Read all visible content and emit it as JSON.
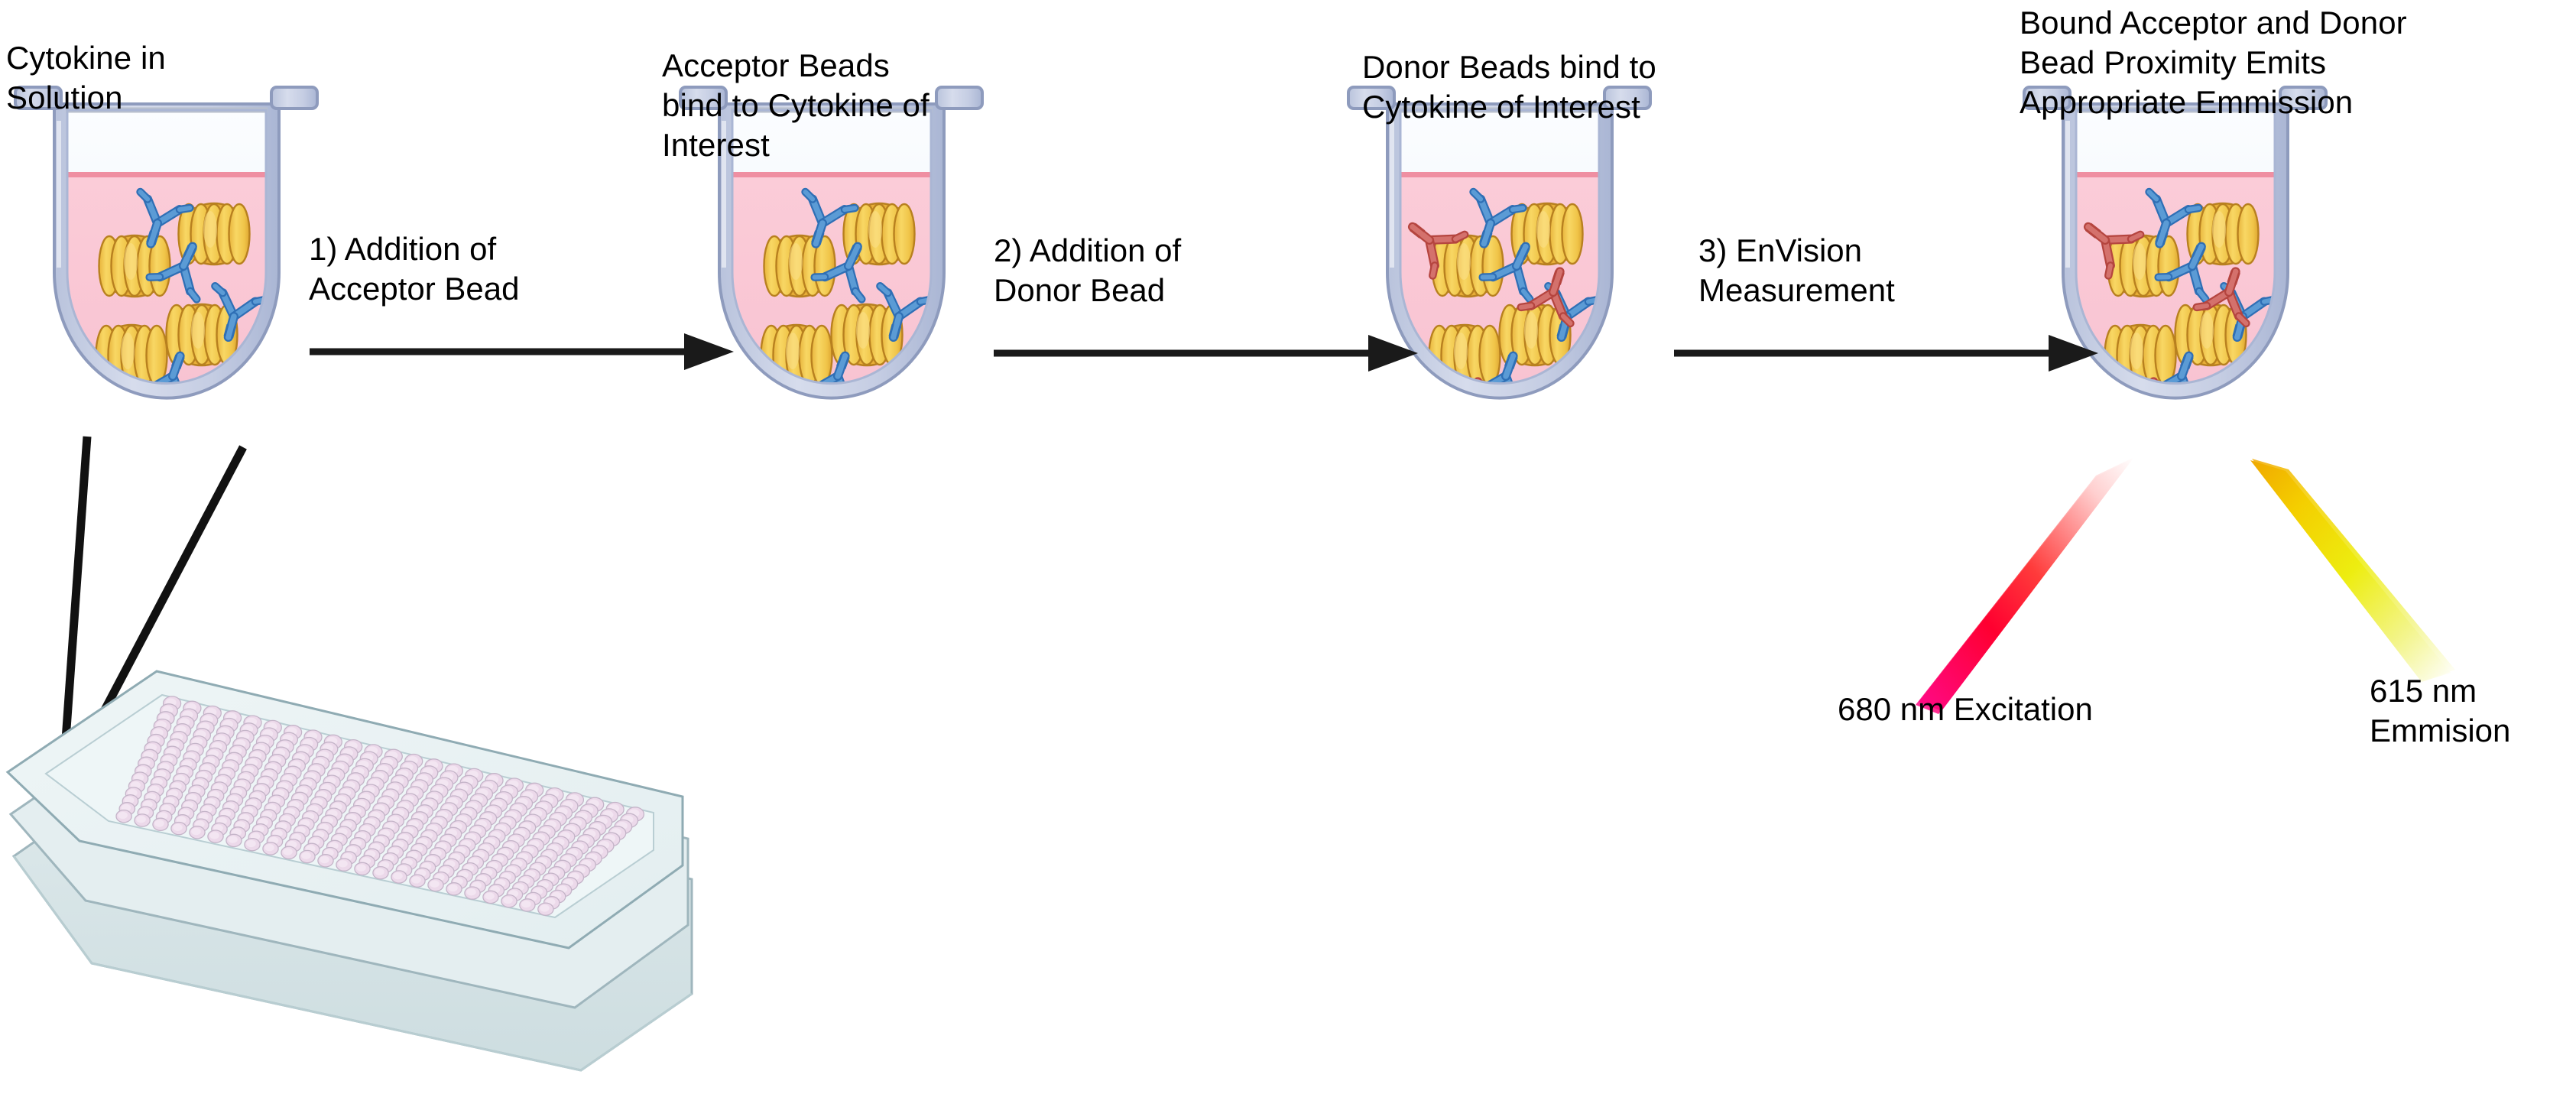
{
  "diagram": {
    "title": "AlphaLISA cytokine detection workflow",
    "background_color": "#ffffff"
  },
  "palette": {
    "tube_wall": "#c7cfe3",
    "tube_wall_stroke": "#8e9bbd",
    "tube_headspace": "#f2f5fb",
    "liquid_pink": "#f9c6d3",
    "liquid_surface": "#ef8fa2",
    "cytokine_gold": "#f5cd52",
    "cytokine_gold_dark": "#e0a93c",
    "cytokine_outline": "#b8801f",
    "antibody_blue": "#2f6fb5",
    "antibody_blue_light": "#5b9bd5",
    "antibody_red": "#b5453f",
    "antibody_red_light": "#d4716c",
    "plate_body": "#e9f1f2",
    "plate_edge": "#9fb6bd",
    "well_fill": "#ecd9ea",
    "beam_red": "#ff0033",
    "beam_magenta": "#ff0a8c",
    "beam_yellow": "#f0e000",
    "beam_orange": "#f2b900",
    "arrow_black": "#1a1a1a"
  },
  "steps": [
    {
      "id": "step-1",
      "caption": "Cytokine in\nSolution",
      "tube_contents": "cytokine + blue acceptor antibodies"
    },
    {
      "id": "step-2",
      "caption": "Acceptor Beads\nbind to Cytokine of\nInterest",
      "tube_contents": "cytokine bound by blue acceptor antibodies"
    },
    {
      "id": "step-3",
      "caption": "Donor Beads bind to\nCytokine of Interest",
      "tube_contents": "cytokine bound by blue acceptor and red donor antibodies"
    },
    {
      "id": "step-4",
      "caption": "Bound Acceptor and Donor\nBead Proximity Emits\nAppropriate Emmission",
      "tube_contents": "bound acceptor and donor complexes emitting light"
    }
  ],
  "transitions": [
    {
      "id": "transition-1",
      "label": "1) Addition of\nAcceptor Bead"
    },
    {
      "id": "transition-2",
      "label": "2) Addition of\nDonor Bead"
    },
    {
      "id": "transition-3",
      "label": "3) EnVision\nMeasurement"
    }
  ],
  "beams": [
    {
      "id": "excitation-beam",
      "label": "680 nm Excitation",
      "direction": "down-left",
      "color_start": "#ffd9d9",
      "color_end": "#ff0a8c"
    },
    {
      "id": "emission-beam",
      "label": "615 nm\nEmmision",
      "direction": "down-right",
      "color_start": "#f2b900",
      "color_end": "#ffffcc"
    }
  ],
  "microplate": {
    "id": "microplate",
    "format": "384-well plate",
    "well_rows": 16,
    "well_cols": 24
  }
}
